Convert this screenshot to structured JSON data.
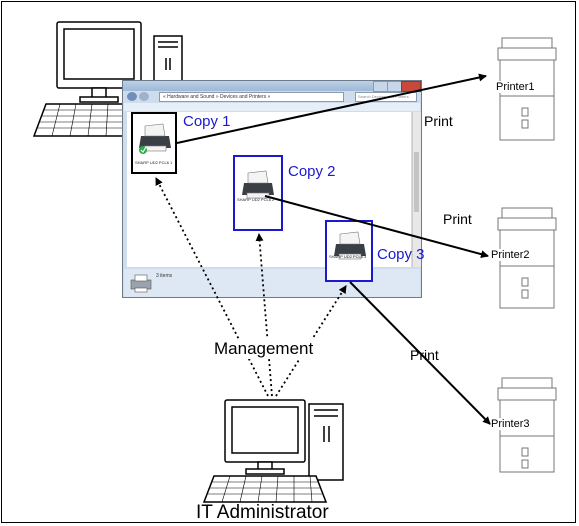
{
  "diagram": {
    "printers": [
      {
        "label": "Printer1"
      },
      {
        "label": "Printer2"
      },
      {
        "label": "Printer3"
      }
    ],
    "copies": [
      {
        "label": "Copy 1",
        "driver_name": "SHARP UD2 PCL6 1"
      },
      {
        "label": "Copy 2",
        "driver_name": "SHARP UD2 PCL6 2"
      },
      {
        "label": "Copy 3",
        "driver_name": "SHARP UD2 PCL6 3"
      }
    ],
    "print_labels": [
      "Print",
      "Print",
      "Print"
    ],
    "management_label": "Management",
    "admin_label": "IT Administrator",
    "window": {
      "breadcrumb": "« Hardware and Sound » Devices and Printers »",
      "search_placeholder": "Search Devices and Printers",
      "status_text": "3 items"
    }
  },
  "colors": {
    "copy_text": "#1a1acc",
    "copy_border": "#1a1acc",
    "window_frame": "#cfdcec",
    "close_button": "#c9483c"
  }
}
